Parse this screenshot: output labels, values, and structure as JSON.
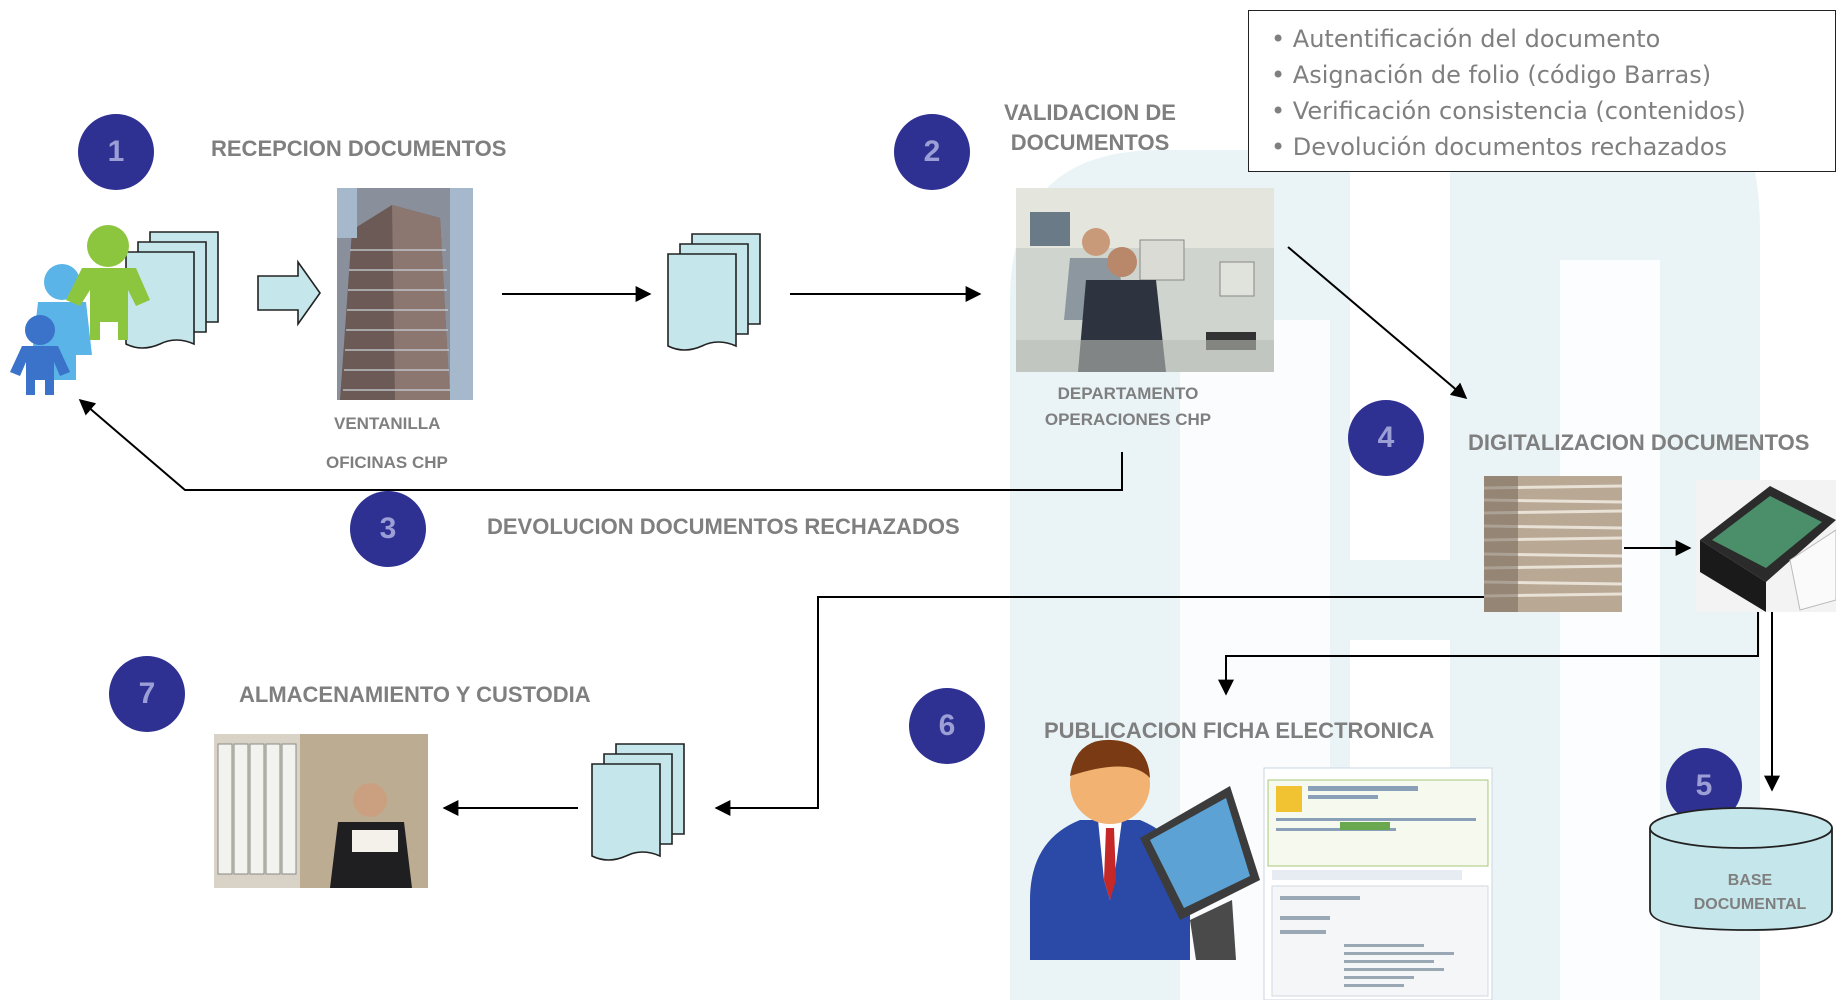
{
  "steps": [
    {
      "number": "1",
      "label": "RECEPCION DOCUMENTOS"
    },
    {
      "number": "2",
      "label_line1": "VALIDACION DE",
      "label_line2": "DOCUMENTOS"
    },
    {
      "number": "3",
      "label": "DEVOLUCION DOCUMENTOS RECHAZADOS"
    },
    {
      "number": "4",
      "label": "DIGITALIZACION DOCUMENTOS"
    },
    {
      "number": "5",
      "label_line1": "BASE",
      "label_line2": "DOCUMENTAL"
    },
    {
      "number": "6",
      "label": "PUBLICACION FICHA ELECTRONICA"
    },
    {
      "number": "7",
      "label": "ALMACENAMIENTO Y CUSTODIA"
    }
  ],
  "captions": {
    "ventanilla_line1": "VENTANILLA",
    "ventanilla_line2": "OFICINAS CHP",
    "departamento_line1": "DEPARTAMENTO",
    "departamento_line2": "OPERACIONES CHP"
  },
  "validation_notes": [
    "Autentificación del documento",
    "Asignación de folio (código Barras)",
    "Verificación consistencia (contenidos)",
    "Devolución documentos rechazados"
  ],
  "colors": {
    "step_circle": "#2e3192",
    "step_number": "#9c9fd6",
    "label_gray": "#7f7f7f",
    "document_fill": "#c5e6ea",
    "watermark": "#e8f3f6"
  }
}
